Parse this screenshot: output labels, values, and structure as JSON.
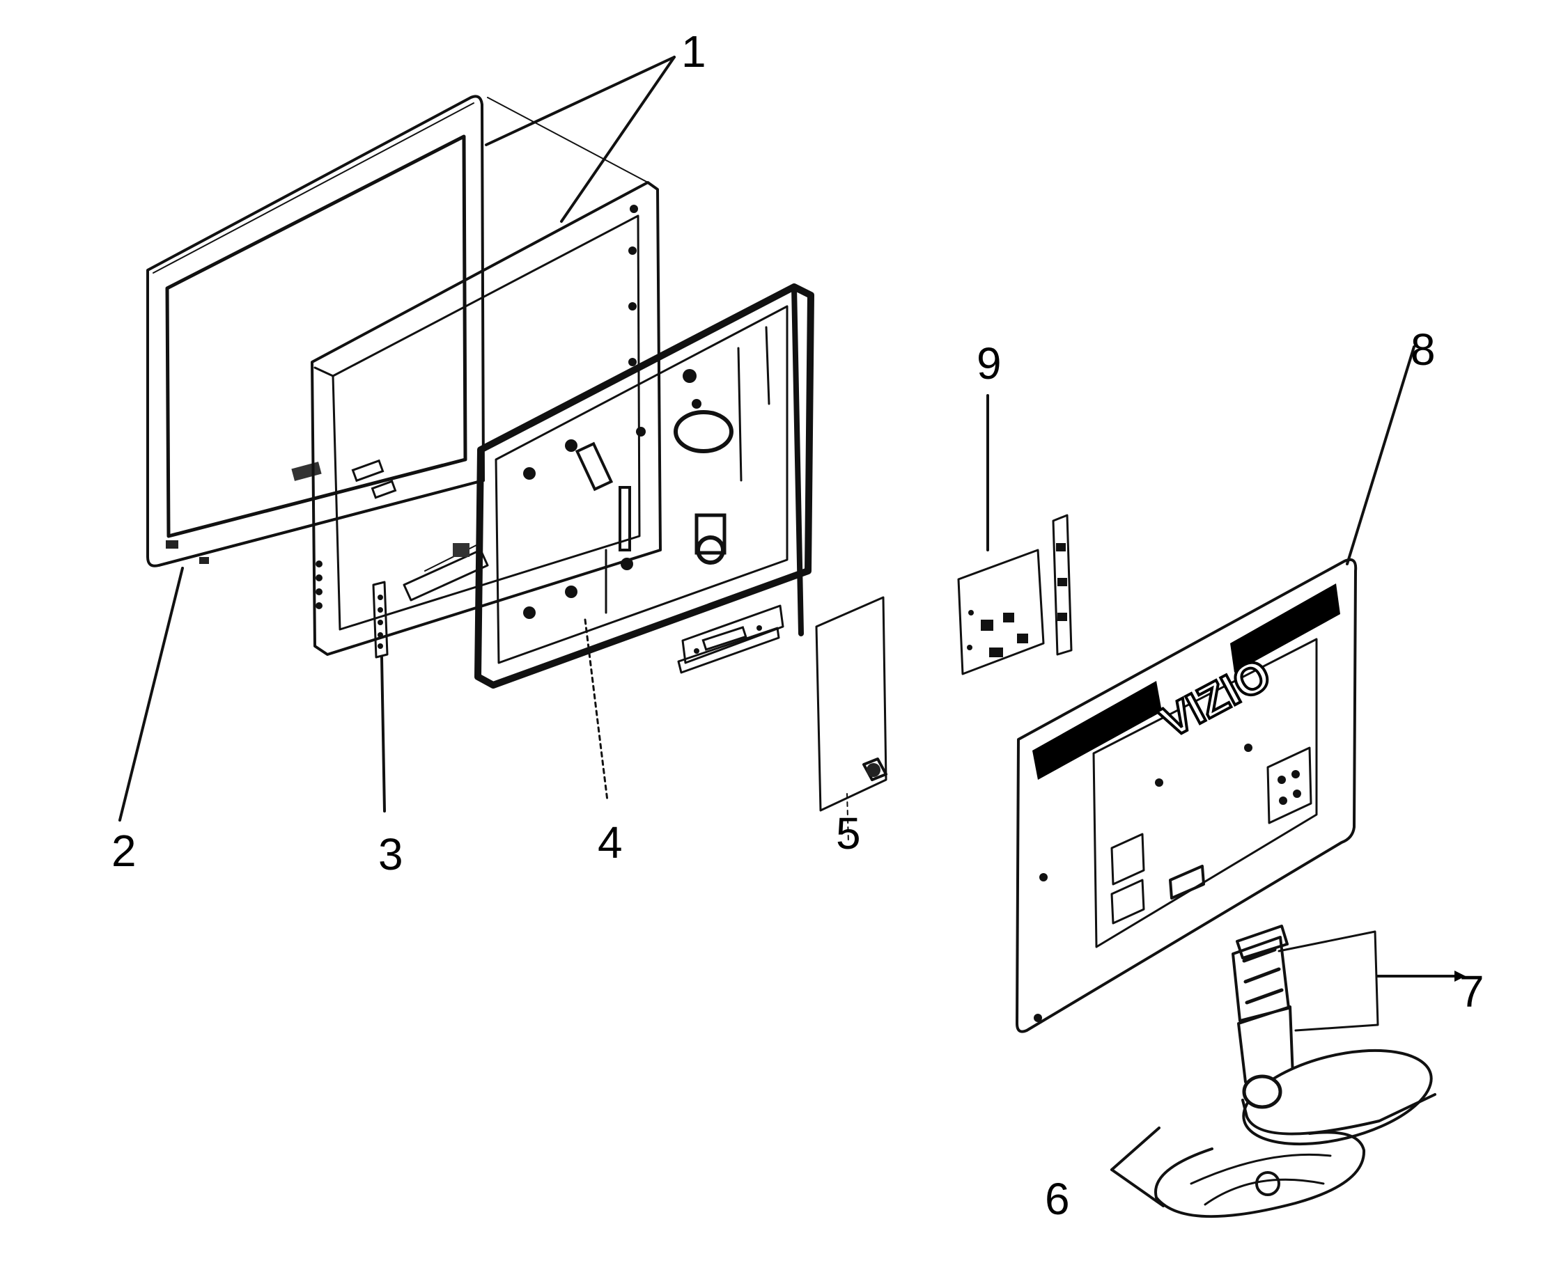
{
  "callouts": {
    "c1": "1",
    "c2": "2",
    "c3": "3",
    "c4": "4",
    "c5": "5",
    "c6": "6",
    "c7": "7",
    "c8": "8",
    "c9": "9"
  },
  "brand_logo": "VIZIO",
  "colors": {
    "ink": "#000000",
    "background": "#ffffff"
  }
}
